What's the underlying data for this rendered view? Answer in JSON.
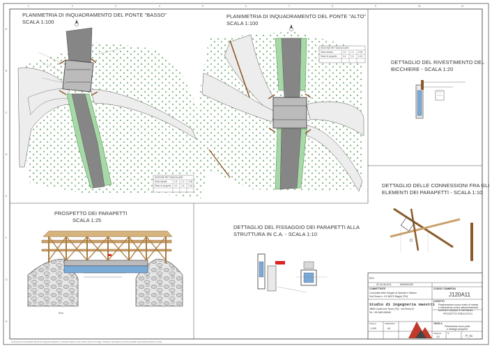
{
  "sheet": {
    "col_numbers": [
      "1",
      "2",
      "3",
      "4",
      "5",
      "6",
      "7",
      "8",
      "9",
      "10",
      "11"
    ],
    "row_letters": [
      "A",
      "B",
      "C",
      "D",
      "E",
      "F",
      "G",
      "H"
    ],
    "footer_note": "Il documento di proprietà Studio di Ingegneria Maestri. La Studio tutela i propri diritti a termini di legge. Vietata la riproduzione anche parziale senza autorizzazione scritta."
  },
  "drawings": {
    "plan_low": {
      "title": "PLANIMETRIA DI INQUADRAMENTO DEL PONTE \"BASSO\"",
      "scale": "SCALA 1:100",
      "table": {
        "header": "SEZIONE RETTANGOLARE",
        "rows": [
          [
            "Stato attuale",
            "1.6",
            "1.3",
            "2.08"
          ],
          [
            "Stato di progetto",
            "4.4",
            "1.6",
            "1.04"
          ]
        ]
      }
    },
    "plan_high": {
      "title": "PLANIMETRIA DI INQUADRAMENTO DEL PONTE \"ALTO\"",
      "scale": "SCALA 1:100",
      "table": {
        "header": "SEZIONE RETTANGOLARE",
        "rows": [
          [
            "Stato attuale",
            "1.6",
            "1.3",
            "2.08"
          ],
          [
            "Stato di progetto",
            "4.4",
            "1.6",
            "1.04"
          ]
        ]
      }
    },
    "detail_bicchiere": {
      "title_line1": "DETTAGLIO DEL RIVESTIMENTO DEL",
      "title_line2": "BICCHIERE - SCALA 1:20"
    },
    "detail_connessioni": {
      "title_line1": "DETTAGLIO DELLE CONNESSIONI FRA GLI",
      "title_line2": "ELEMENTI DEI PARAPETTI - SCALA 1:10"
    },
    "prospetto": {
      "title_line1": "PROSPETTO DEI PARAPETTI",
      "title_line2": "SCALA 1:25",
      "note_label": "Note:"
    },
    "fissaggio": {
      "title_line1": "DETTAGLIO DEL FISSAGGIO DEI PARAPETTI ALLA",
      "title_line2": "STRUTTURA IN C.A. - SCALA 1:10"
    }
  },
  "title_block": {
    "rev_label": "REV",
    "date": "00  24-08-2011",
    "desc": "EMISSIONE",
    "client_label": "COMMITTENTE",
    "client_name": "Comunità delle Regole di Spinale e Manez",
    "client_addr": "Via Roma n. 19 38070 Ragoli (TN)",
    "code_label": "CODICE COMMESSA",
    "code": "J120A11",
    "firm_name": "Studio di ingegneria maestri",
    "firm_addr": "38080 Caderzone Terme (TN) - Via Pineta 23",
    "firm_tel": "Tel. +39 0465 804566",
    "object_label": "OGGETTO",
    "object_line1": "Realizzazione nuovo tratto di strada",
    "object_line2": "e rifacimento di due attraversamenti",
    "object_line3": "torrentizi Campiol in Val Manez",
    "phase": "PROGETTO ESECUTIVO",
    "tavola_label": "TAVOLA",
    "tavola_line1": "Planimetria nuovi ponti",
    "tavola_line2": "e dettagli parapetti",
    "scale_label": "SCALA",
    "scale_value": "1:100",
    "format_label": "FORMATO",
    "format_value": "A1",
    "sheet_label": "FOGLIO",
    "sheet_value": "1/1",
    "number_label": "N°",
    "number_value": "P_01",
    "colors": {
      "logo_red": "#c0392b",
      "logo_dark": "#444444"
    }
  }
}
